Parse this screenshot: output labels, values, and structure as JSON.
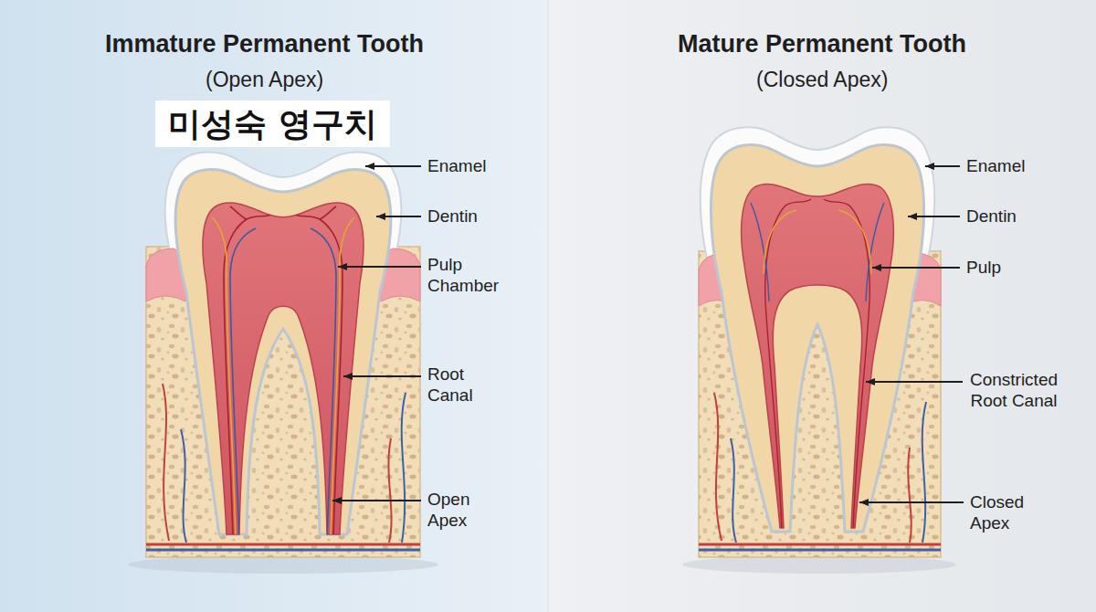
{
  "diagram": {
    "nodes": [
      {
        "text": [
          "미성숙 영구치"
        ]
      }
    ],
    "labels": [
      "Immature Permanent Tooth",
      "(Open Apex)",
      "Enamel",
      "Dentin",
      "Pulp Chamber",
      "Root Canal",
      "Open Apex",
      "Mature Permanent Tooth",
      "(Closed Apex)",
      "Enamel",
      "Dentin",
      "Pulp",
      "Constricted Root Canal",
      "Closed Apex"
    ]
  }
}
